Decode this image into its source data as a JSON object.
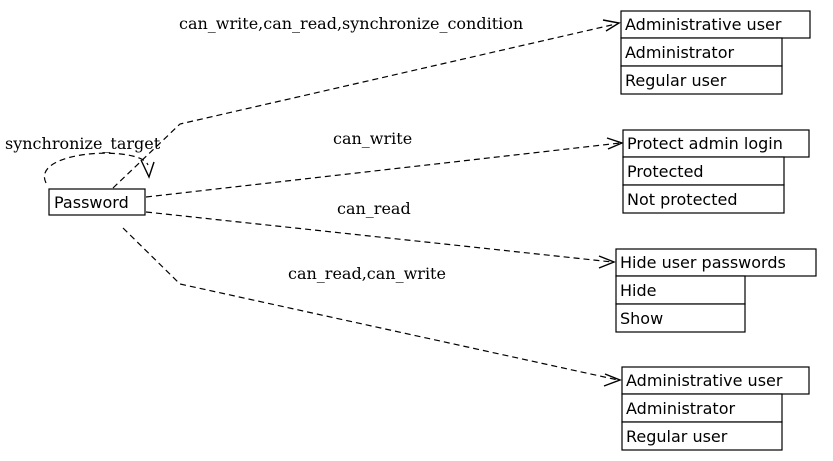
{
  "source_node": {
    "label": "Password"
  },
  "edges": {
    "self_loop": "synchronize_target",
    "to_admin_user_top": "can_write,can_read,synchronize_condition",
    "to_protect_admin_login": "can_write",
    "to_hide_user_passwords": "can_read",
    "to_admin_user_bottom": "can_read,can_write"
  },
  "target_nodes": {
    "admin_user_top": {
      "title": "Administrative user",
      "options": [
        "Administrator",
        "Regular user"
      ]
    },
    "protect_admin_login": {
      "title": "Protect admin login",
      "options": [
        "Protected",
        "Not protected"
      ]
    },
    "hide_user_passwords": {
      "title": "Hide user passwords",
      "options": [
        "Hide",
        "Show"
      ]
    },
    "admin_user_bottom": {
      "title": "Administrative user",
      "options": [
        "Administrator",
        "Regular user"
      ]
    }
  }
}
